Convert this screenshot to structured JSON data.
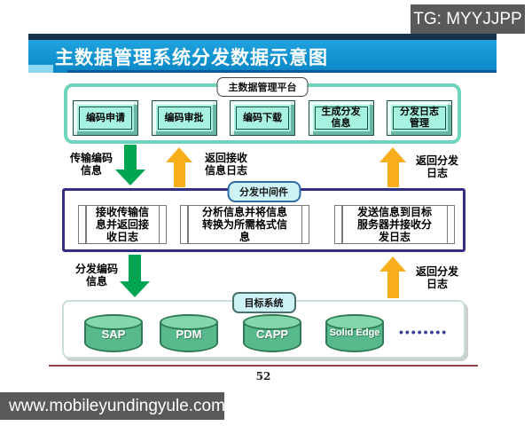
{
  "watermarks": {
    "top": "TG: MYYJJPP",
    "bottom": "www.mobileyundingyule.com"
  },
  "title": "主数据管理系统分发数据示意图",
  "page_number": "52",
  "platform": {
    "label": "主数据管理平台",
    "buttons": [
      "编码申请",
      "编码审批",
      "编码下载",
      "生成分发信息",
      "分发日志管理"
    ]
  },
  "arrows": {
    "transmit": "传输编码信息",
    "receive_log": "返回接收信息日志",
    "return_dist_log_top": "返回分发日志",
    "distribute": "分发编码信息",
    "return_dist_log_bottom": "返回分发日志"
  },
  "middleware": {
    "label": "分发中间件",
    "processes": [
      "接收传输信息并返回接收日志",
      "分析信息并将信息转换为所需格式信息",
      "发送信息到目标服务器并接收分发日志"
    ]
  },
  "targets": {
    "label": "目标系统",
    "systems": [
      "SAP",
      "PDM",
      "CAPP",
      "Solid Edge"
    ],
    "ellipsis": "••••••••"
  },
  "colors": {
    "header_blue": "#1092CF",
    "green_arrow": "#00A551",
    "orange_arrow": "#F7AE1A",
    "button_bg": "#A7F1E1",
    "platform_border": "#6FD4BD",
    "middleware_border": "#332E80",
    "cylinder_green": "#58BA8C",
    "label_cyan": "#CDF3F7",
    "watermark_gray": "#595959",
    "red_line": "#8E3F3F"
  }
}
